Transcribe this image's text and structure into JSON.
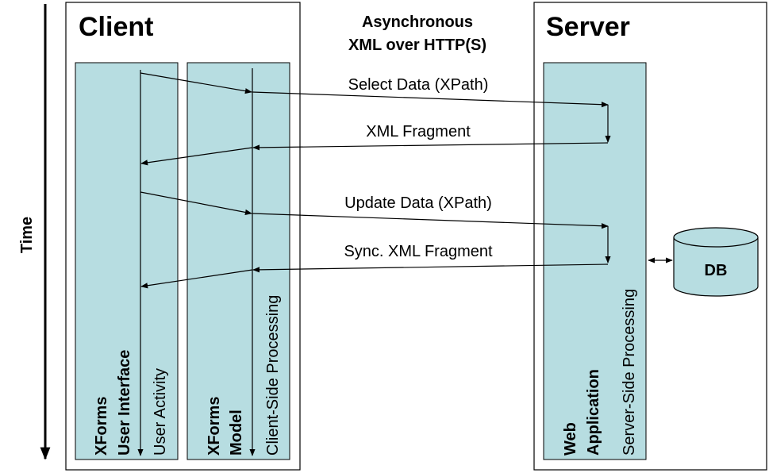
{
  "client": {
    "title": "Client",
    "ui_lane": {
      "line1": "XForms",
      "line2": "User Interface",
      "activity": "User Activity"
    },
    "model_lane": {
      "line1": "XForms",
      "line2": "Model",
      "activity": "Client-Side Processing"
    }
  },
  "channel": {
    "line1": "Asynchronous",
    "line2": "XML over HTTP(S)"
  },
  "server": {
    "title": "Server",
    "web_lane": {
      "line1": "Web",
      "line2": "Application",
      "activity": "Server-Side Processing"
    },
    "db_label": "DB"
  },
  "time_label": "Time",
  "messages": {
    "select": "Select Data (XPath)",
    "fragment": "XML Fragment",
    "update": "Update Data (XPath)",
    "sync": "Sync. XML Fragment"
  },
  "colors": {
    "lane_fill": "#b7dde1",
    "stroke": "#000000",
    "background": "#ffffff"
  }
}
